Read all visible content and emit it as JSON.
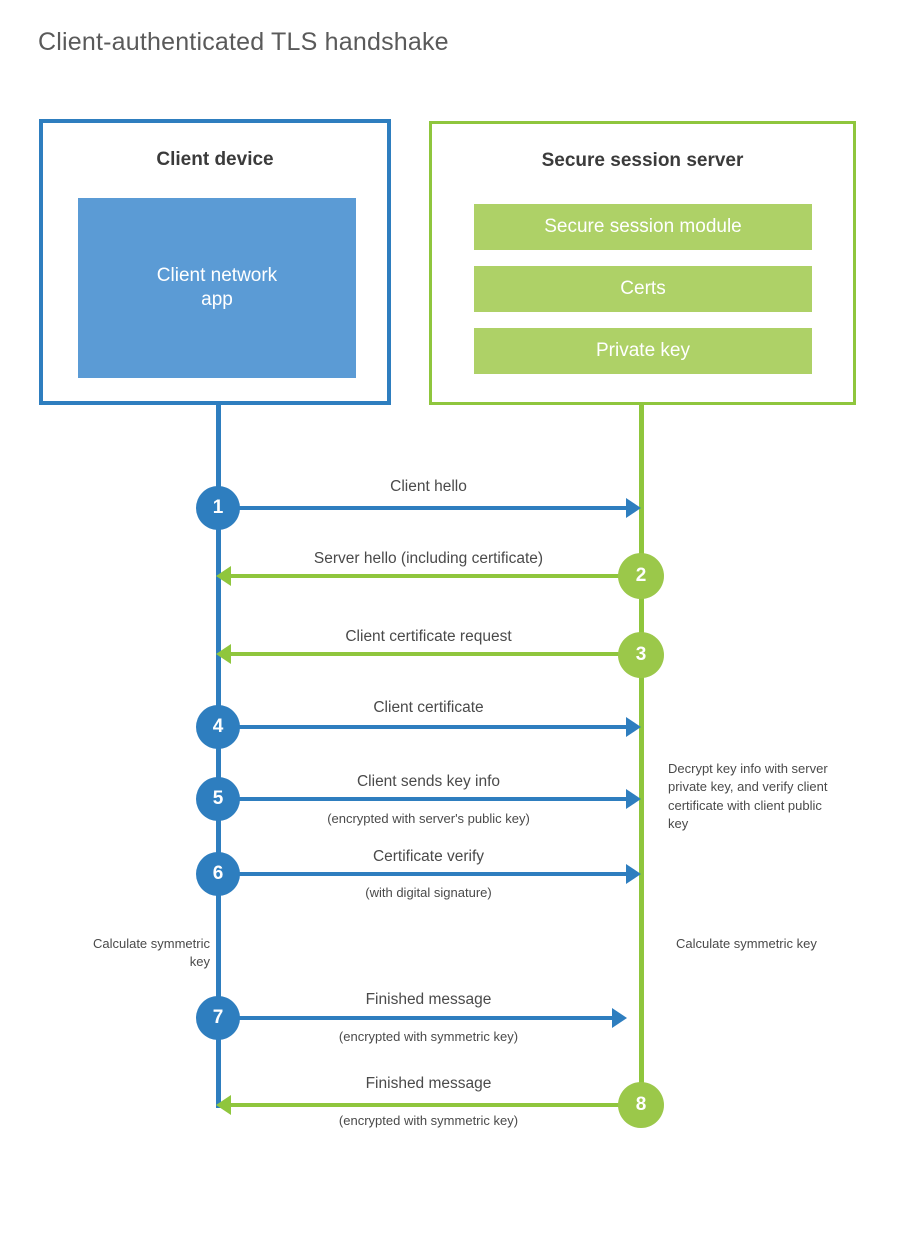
{
  "title": "Client-authenticated TLS handshake",
  "colors": {
    "client_blue": "#2E7EBF",
    "client_app_fill": "#5B9BD5",
    "server_green": "#8FC63D",
    "server_block_fill": "#AED167",
    "step_green": "#9BC84A",
    "text": "#4a4a4a"
  },
  "entities": {
    "client": {
      "title": "Client device",
      "blocks": [
        {
          "label": "Client network\napp"
        }
      ]
    },
    "server": {
      "title": "Secure session server",
      "blocks": [
        {
          "label": "Secure session module"
        },
        {
          "label": "Certs"
        },
        {
          "label": "Private key"
        }
      ]
    }
  },
  "messages": [
    {
      "step": "1",
      "label": "Client hello",
      "sub": "",
      "direction": "client-to-server",
      "color": "blue"
    },
    {
      "step": "2",
      "label": "Server hello (including certificate)",
      "sub": "",
      "direction": "server-to-client",
      "color": "green"
    },
    {
      "step": "3",
      "label": "Client certificate request",
      "sub": "",
      "direction": "server-to-client",
      "color": "green"
    },
    {
      "step": "4",
      "label": "Client certificate",
      "sub": "",
      "direction": "client-to-server",
      "color": "blue"
    },
    {
      "step": "5",
      "label": "Client sends key info",
      "sub": "(encrypted with server's public key)",
      "direction": "client-to-server",
      "color": "blue"
    },
    {
      "step": "6",
      "label": "Certificate verify",
      "sub": "(with digital signature)",
      "direction": "client-to-server",
      "color": "blue"
    },
    {
      "step": "7",
      "label": "Finished message",
      "sub": "(encrypted with symmetric key)",
      "direction": "client-to-server",
      "color": "blue"
    },
    {
      "step": "8",
      "label": "Finished message",
      "sub": "(encrypted with symmetric key)",
      "direction": "server-to-client",
      "color": "green"
    }
  ],
  "notes": {
    "server_decrypt": "Decrypt key info with server private key, and verify client certificate with client public key",
    "client_calculate": "Calculate symmetric key",
    "server_calculate": "Calculate symmetric key"
  }
}
